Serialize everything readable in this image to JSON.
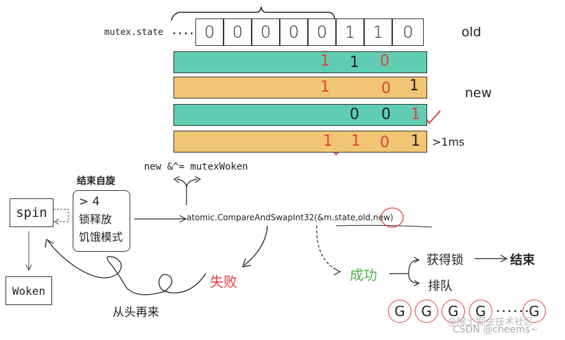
{
  "mutex": {
    "label": "mutex.state",
    "ellipsis": "......",
    "bits": [
      "0",
      "0",
      "0",
      "0",
      "0",
      "1",
      "1",
      "0"
    ],
    "old_label": "old",
    "new_label": "new",
    "gt1ms_label": ">1ms"
  },
  "rows": [
    {
      "bits": [
        "1",
        "1",
        "0"
      ]
    },
    {
      "bits": [
        "1",
        "0",
        "1"
      ]
    },
    {
      "bits": [
        "0",
        "0",
        "1"
      ]
    },
    {
      "bits": [
        "1",
        "1",
        "0",
        "1"
      ]
    }
  ],
  "flow": {
    "new_expr": "new &^= mutexWoken",
    "end_spin": "结束自旋",
    "spin": "spin",
    "woken": "Woken",
    "cond_gt4": "> 4",
    "cond_release": "锁释放",
    "cond_starve": "饥饿模式",
    "cas_prefix": "atomic.CompareAndSwapInt32(&m.state,",
    "cas_old": "old",
    "cas_sep": ",",
    "cas_new": "new",
    "cas_suffix": ")",
    "fail": "失败",
    "success": "成功",
    "restart": "从头再来",
    "acquire": "获得锁",
    "end": "结束",
    "queue": "排队",
    "queue_items": [
      "G",
      "G",
      "G",
      "G",
      "G"
    ],
    "queue_ellipsis": "......"
  },
  "watermark": {
    "line1": "@稀土掘金技术社区",
    "line2": "CSDN @cheems~"
  },
  "colors": {
    "teal": "#5fcdb2",
    "tan": "#f0c674",
    "red": "#e0403a",
    "green": "#54b04a"
  }
}
